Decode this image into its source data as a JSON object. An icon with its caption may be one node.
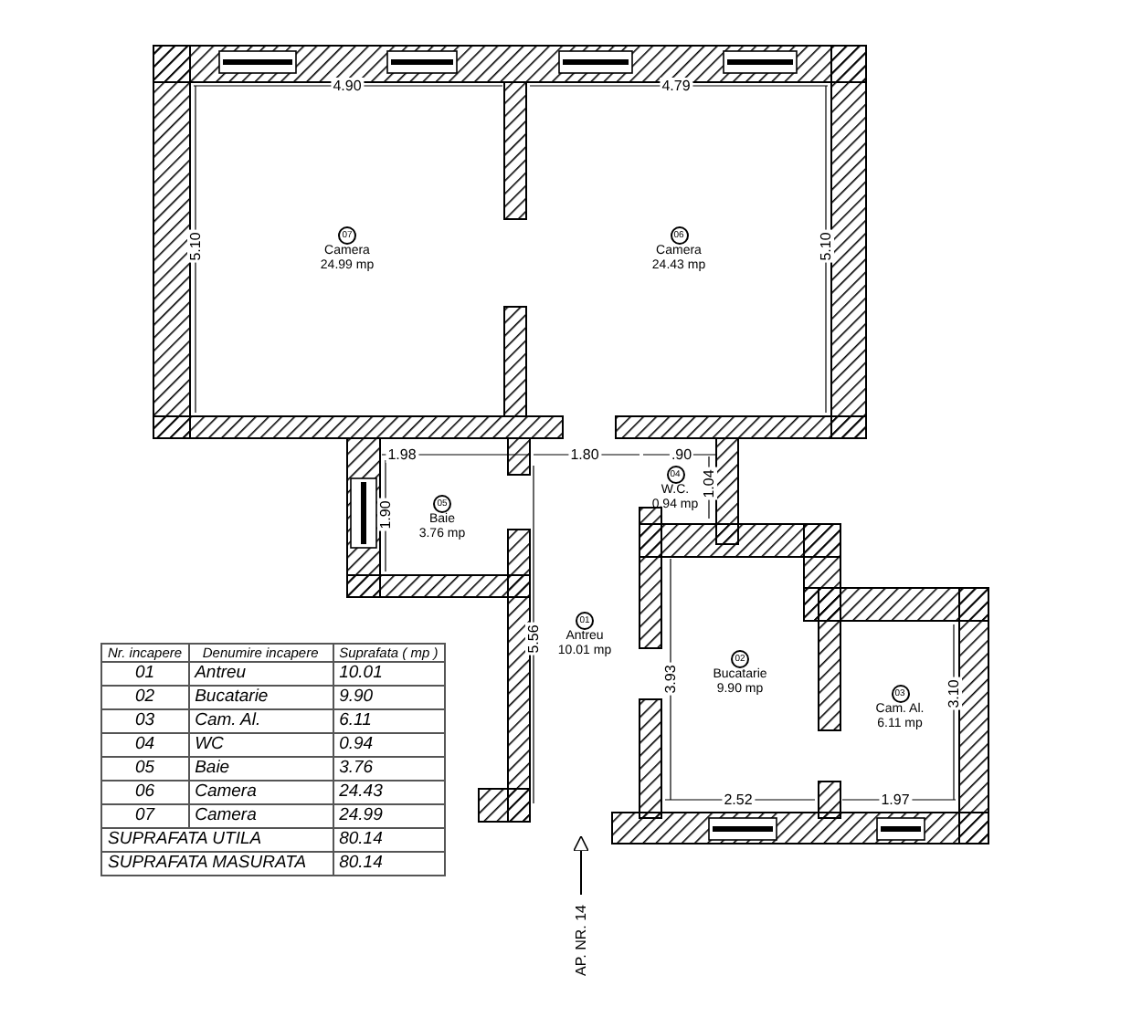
{
  "diagram": {
    "nodes": [
      {
        "text": [
          "07",
          "Camera",
          "24.99 mp"
        ]
      },
      {
        "text": [
          "06",
          "Camera",
          "24.43 mp"
        ]
      },
      {
        "text": [
          "05",
          "Baie",
          "3.76 mp"
        ]
      },
      {
        "text": [
          "04",
          "W.C.",
          "0.94 mp"
        ]
      },
      {
        "text": [
          "01",
          "Antreu",
          "10.01 mp"
        ]
      },
      {
        "text": [
          "02",
          "Bucatarie",
          "9.90 mp"
        ]
      },
      {
        "text": [
          "03",
          "Cam. Al.",
          "6.11 mp"
        ]
      }
    ],
    "edges": [],
    "labels": [
      "4.90",
      "4.79",
      "5.10",
      "5.10",
      "1.98",
      "1.80",
      ".90",
      "1.04",
      "1.90",
      "5.56",
      "3.93",
      "3.10",
      "2.52",
      "1.97",
      "Nr. incapere",
      "Denumire incapere",
      "Suprafata ( mp )",
      "01",
      "Antreu",
      "10.01",
      "02",
      "Bucatarie",
      "9.90",
      "03",
      "Cam. Al.",
      "6.11",
      "04",
      "WC",
      "0.94",
      "05",
      "Baie",
      "3.76",
      "06",
      "Camera",
      "24.43",
      "07",
      "Camera",
      "24.99",
      "SUPRAFATA UTILA",
      "80.14",
      "SUPRAFATA MASURATA",
      "80.14",
      "AP. NR. 14"
    ]
  }
}
